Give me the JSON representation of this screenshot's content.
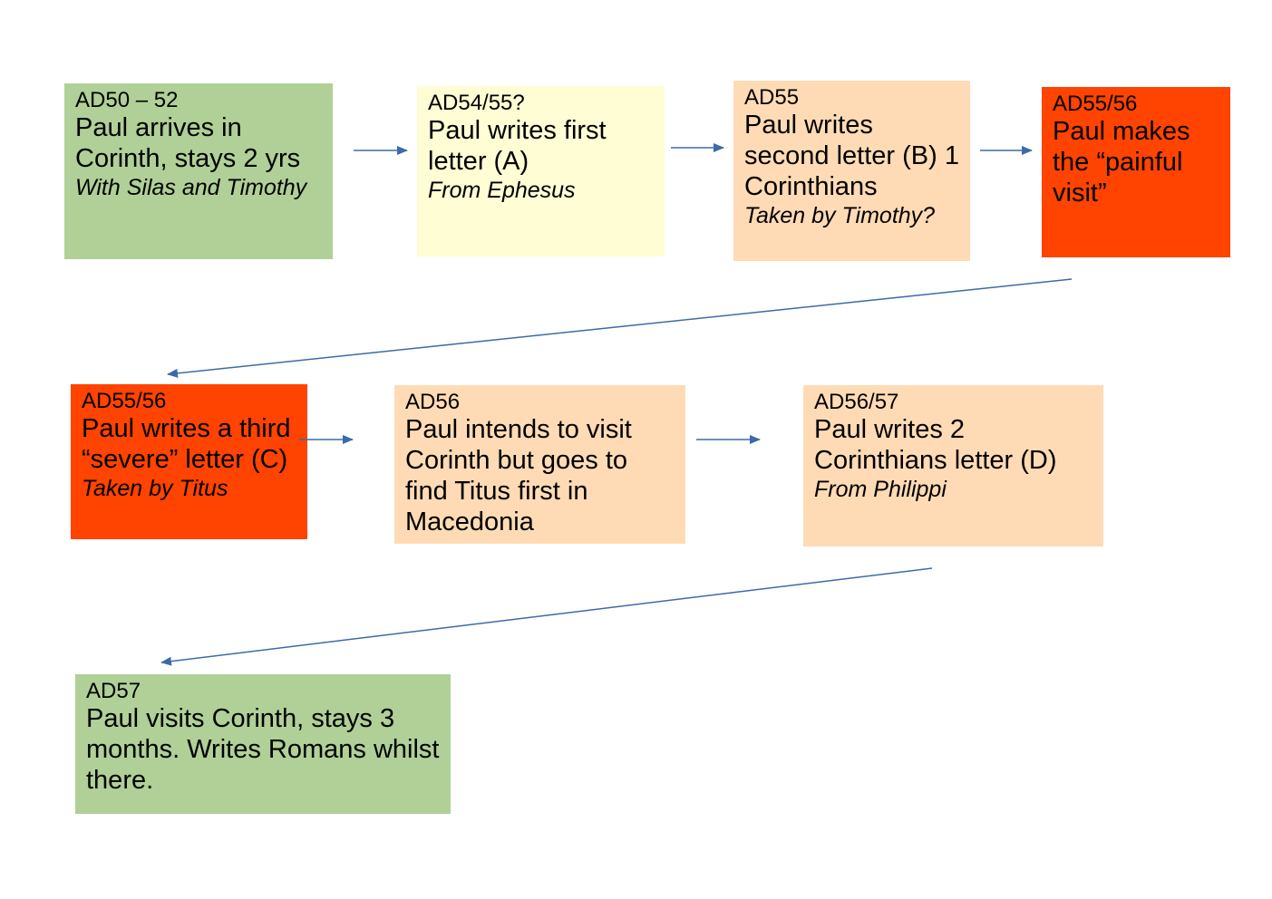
{
  "colors": {
    "green": "#b0d097",
    "yellow": "#fffdd4",
    "peach": "#ffdbb5",
    "red": "#ff4300",
    "arrow": "#3b6ba8"
  },
  "boxes": [
    {
      "date": "AD50 – 52",
      "text": "Paul arrives in Corinth, stays 2 yrs",
      "note": "With Silas and Timothy"
    },
    {
      "date": "AD54/55?",
      "text": "Paul writes first letter (A)",
      "note": "From Ephesus"
    },
    {
      "date": "AD55",
      "text": "Paul writes second letter (B) 1 Corinthians",
      "note": "Taken by Timothy?"
    },
    {
      "date": "AD55/56",
      "text": "Paul makes the “painful visit”",
      "note": ""
    },
    {
      "date": "AD55/56",
      "text": "Paul writes a third “severe” letter (C)",
      "note": "Taken by Titus"
    },
    {
      "date": "AD56",
      "text": "Paul intends to visit Corinth but goes to find Titus first in Macedonia",
      "note": ""
    },
    {
      "date": "AD56/57",
      "text": "Paul writes 2 Corinthians letter (D)",
      "note": "From Philippi"
    },
    {
      "date": "AD57",
      "text": "Paul visits Corinth, stays 3 months. Writes Romans whilst there.",
      "note": ""
    }
  ]
}
